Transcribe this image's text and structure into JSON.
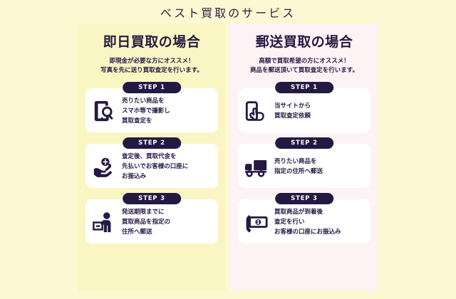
{
  "page": {
    "title": "ベスト買取のサービス",
    "background_color": "#FBF8D2",
    "accent_color": "#231942"
  },
  "panels": [
    {
      "id": "same-day",
      "title": "即日買取の場合",
      "background_color": "#FAF6C4",
      "subtitle_line1": "即現金が必要な方にオススメ！",
      "subtitle_line2": "写真を先に送り買取査定を行います。",
      "steps": [
        {
          "badge": "STEP 1",
          "icon": "smartphone-search-icon",
          "lines": [
            "売りたい商品を",
            "スマホ等で撮影し",
            "買取査定を"
          ]
        },
        {
          "badge": "STEP 2",
          "icon": "hand-coin-icon",
          "lines": [
            "査定後、買取代金を",
            "先払いでお客様の口座に",
            "お振込み"
          ]
        },
        {
          "badge": "STEP 3",
          "icon": "person-package-icon",
          "lines": [
            "発送期限までに",
            "買取商品を指定の",
            "住所へ郵送"
          ]
        }
      ]
    },
    {
      "id": "mail-in",
      "title": "郵送買取の場合",
      "background_color": "#FDF3F5",
      "subtitle_line1": "高額で買取希望の方にオススメ！",
      "subtitle_line2": "商品を郵送頂いて買取査定を行います。",
      "steps": [
        {
          "badge": "STEP 1",
          "icon": "smartphone-tap-icon",
          "lines": [
            "当サイトから",
            "買取査定依頼"
          ]
        },
        {
          "badge": "STEP 2",
          "icon": "delivery-truck-icon",
          "lines": [
            "売りたい商品を",
            "指定の住所へ郵送"
          ]
        },
        {
          "badge": "STEP 3",
          "icon": "hand-banknote-icon",
          "lines": [
            "買取商品が到着後",
            "査定を行い",
            "お客様の口座にお振込み"
          ]
        }
      ]
    }
  ]
}
